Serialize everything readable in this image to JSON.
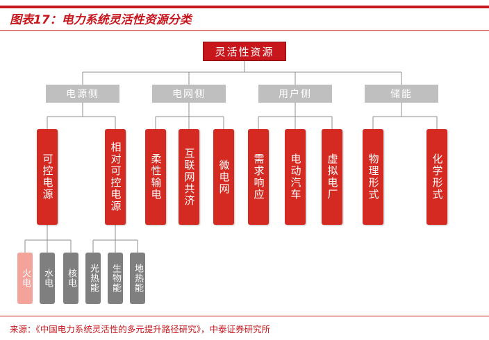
{
  "header": {
    "title": "图表17：电力系统灵活性资源分类"
  },
  "diagram": {
    "root": "灵活性资源",
    "categories": [
      {
        "label": "电源侧",
        "items": [
          {
            "label": "可控电源",
            "subitems": [
              "火电",
              "水电",
              "核电"
            ]
          },
          {
            "label": "相对可控电源",
            "subitems": [
              "光热能",
              "生物能",
              "地热能"
            ]
          }
        ]
      },
      {
        "label": "电网侧",
        "items": [
          {
            "label": "柔性输电"
          },
          {
            "label": "互联网共济"
          },
          {
            "label": "微电网"
          }
        ]
      },
      {
        "label": "用户侧",
        "items": [
          {
            "label": "需求响应"
          },
          {
            "label": "电动汽车"
          },
          {
            "label": "虚拟电厂"
          }
        ]
      },
      {
        "label": "储能",
        "items": [
          {
            "label": "物理形式"
          },
          {
            "label": "化学形式"
          }
        ]
      }
    ]
  },
  "colors": {
    "brand_red": "#c8161d",
    "category_gray": "#bfbfbf",
    "subitem_gray": "#7f7f7f",
    "subitem_highlight": "#f4a39b"
  },
  "footer": {
    "source": "来源：《中国电力系统灵活性的多元提升路径研究》，中泰证券研究所"
  }
}
